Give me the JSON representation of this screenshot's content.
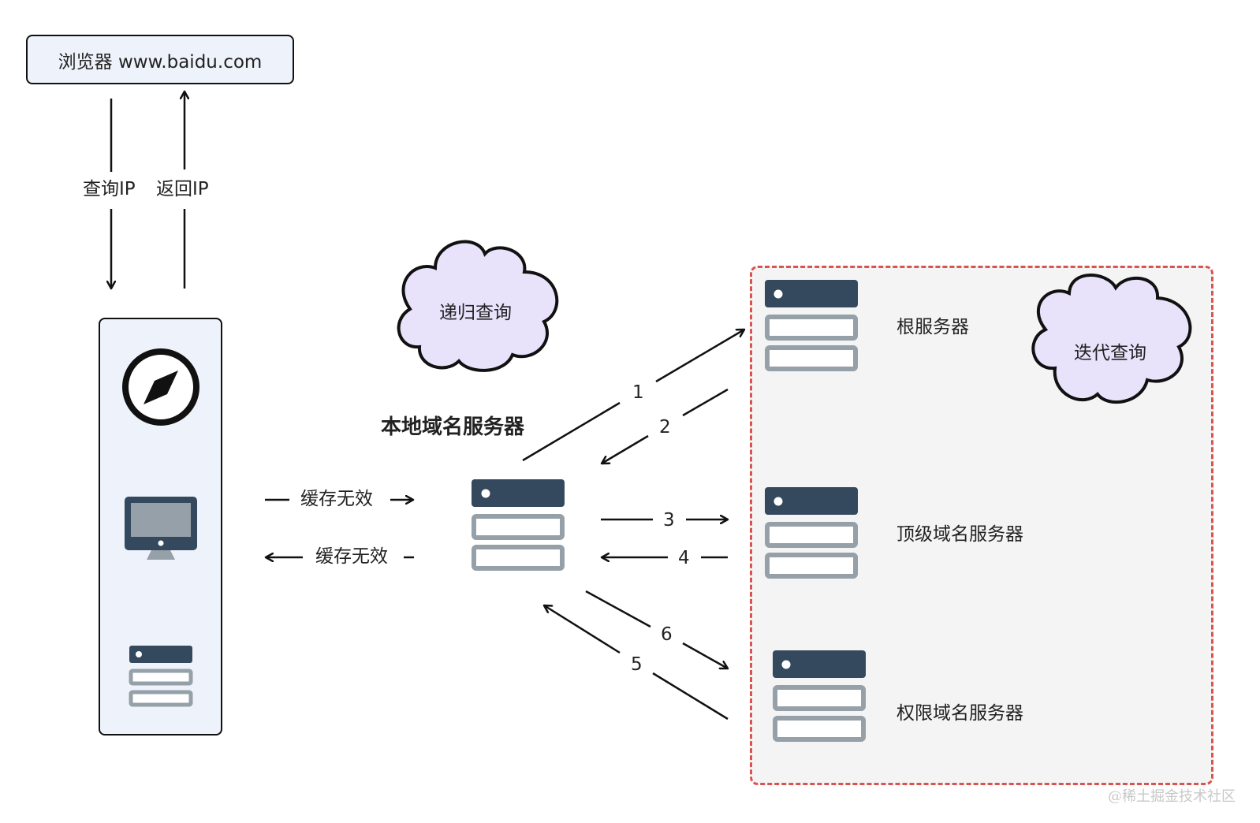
{
  "browser": {
    "label": "浏览器 www.baidu.com"
  },
  "client_links": {
    "query_ip": "查询IP",
    "return_ip": "返回IP"
  },
  "recursive_cloud": {
    "label": "递归查询"
  },
  "iterative_cloud": {
    "label": "迭代查询"
  },
  "local_dns": {
    "title": "本地域名服务器"
  },
  "cache": {
    "to_local": "缓存无效",
    "to_client": "缓存无效"
  },
  "servers": {
    "root": "根服务器",
    "tld": "顶级域名服务器",
    "authoritative": "权限域名服务器"
  },
  "steps": [
    "1",
    "2",
    "3",
    "4",
    "5",
    "6"
  ],
  "colors": {
    "server_dark": "#34495e",
    "server_gray": "#95a0a8",
    "cloud_fill": "#e8e2fb",
    "panel_fill": "#eef3fb",
    "dashed_border": "#d9534f",
    "zone_fill": "#f4f4f4"
  },
  "watermark": "@稀土掘金技术社区"
}
